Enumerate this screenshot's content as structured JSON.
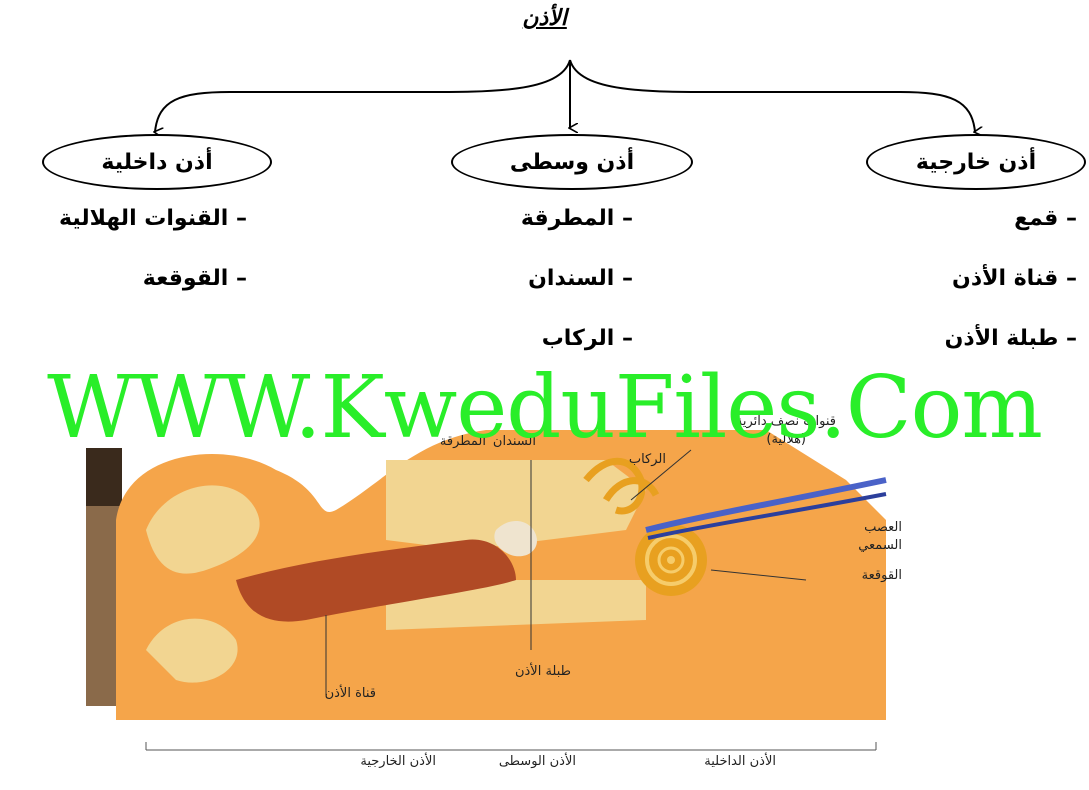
{
  "title": "الأذن",
  "branches": [
    {
      "name": "أذن خارجية",
      "items": [
        "– قمع",
        "– قناة الأذن",
        "– طبلة الأذن"
      ]
    },
    {
      "name": "أذن وسطى",
      "items": [
        "– المطرقة",
        "– السندان",
        "– الركاب"
      ]
    },
    {
      "name": "أذن داخلية",
      "items": [
        "– القنوات الهلالية",
        "– القوقعة"
      ]
    }
  ],
  "watermark": "WWW.KweduFiles.Com",
  "image_labels": {
    "canals": "قنوات نصف دائرية",
    "canals_sub": "(هلالية)",
    "incus": "السندان",
    "malleus": "المطرقة",
    "stapes": "الركاب",
    "nerve1": "العصب",
    "nerve2": "السمعي",
    "cochlea": "القوقعة",
    "eardrum": "طبلة الأذن",
    "canal": "قناة الأذن",
    "inner": "الأذن الداخلية",
    "middle": "الأذن الوسطى",
    "outer": "الأذن الخارجية"
  },
  "colors": {
    "watermark": "#29ee29",
    "skin": "#f5a54a",
    "bone": "#f2d591",
    "canal": "#b04a25"
  }
}
